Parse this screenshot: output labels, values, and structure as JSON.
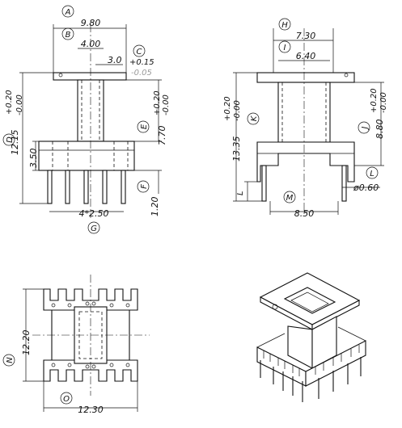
{
  "front_view": {
    "A": {
      "label": "A",
      "value": "9.80"
    },
    "B": {
      "label": "B",
      "value": "4.00"
    },
    "C": {
      "label": "C",
      "value": "3.0",
      "tol_plus": "+0.15",
      "tol_minus": "-0.05"
    },
    "D": {
      "label": "D",
      "value": "12.15",
      "tol_plus": "+0.20",
      "tol_minus": "-0.00"
    },
    "E": {
      "label": "E",
      "value": "7.70",
      "tol_plus": "+0.20",
      "tol_minus": "-0.00"
    },
    "F": {
      "label": "F",
      "value": "1.20"
    },
    "G": {
      "label": "G",
      "value": "4*2.50"
    },
    "height_350": "3.50"
  },
  "side_view": {
    "H": {
      "label": "H",
      "value": "7.30"
    },
    "I": {
      "label": "I",
      "value": "6.40"
    },
    "J": {
      "label": "J",
      "value": "8.80",
      "tol_plus": "+0.20",
      "tol_minus": "-0.00"
    },
    "K": {
      "label": "K",
      "value": "13.35",
      "tol_plus": "+0.20",
      "tol_minus": "-0.00"
    },
    "L": {
      "label": "L",
      "value": "ø0.60"
    },
    "M": {
      "label": "M",
      "value": "8.50"
    },
    "small_L": "L"
  },
  "top_view": {
    "N": {
      "label": "N",
      "value": "12.20"
    },
    "O": {
      "label": "O",
      "value": "12.30"
    }
  }
}
